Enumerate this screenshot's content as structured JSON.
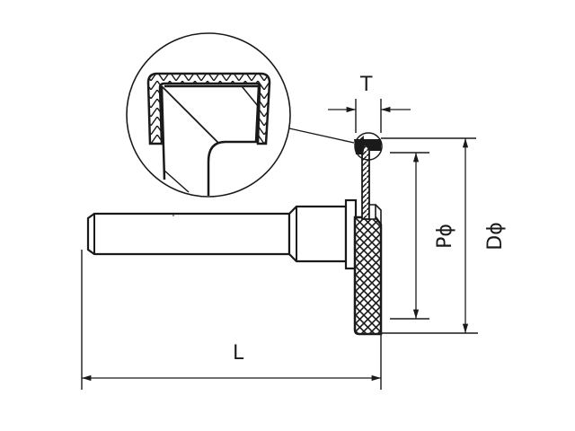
{
  "diagram": {
    "type": "technical-drawing",
    "subject": "knurled head plunger / pin with detail view",
    "colors": {
      "line": "#1a1a1a",
      "background": "#ffffff"
    },
    "labels": {
      "thickness": "T",
      "inner_diameter": "Pϕ",
      "outer_diameter": "Dϕ",
      "length": "L"
    },
    "detail_view": {
      "description": "enlarged section of knurled cap edge"
    }
  }
}
